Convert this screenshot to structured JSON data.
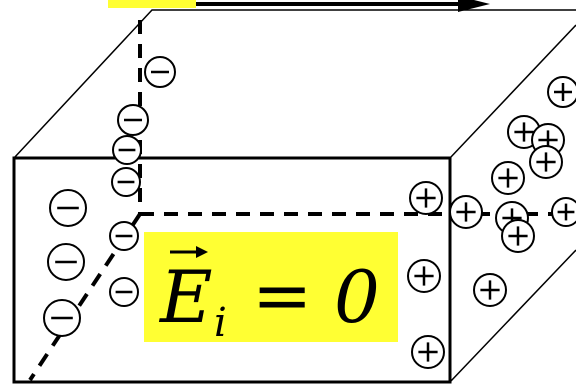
{
  "field_label": {
    "symbol": "E",
    "subscript": "i",
    "equals": "=",
    "value": "0",
    "highlight_color": "#ffff33"
  },
  "charges": {
    "negative_symbol": "−",
    "positive_symbol": "+"
  },
  "colors": {
    "stroke": "#000000",
    "background": "#ffffff",
    "highlight": "#ffff33"
  }
}
